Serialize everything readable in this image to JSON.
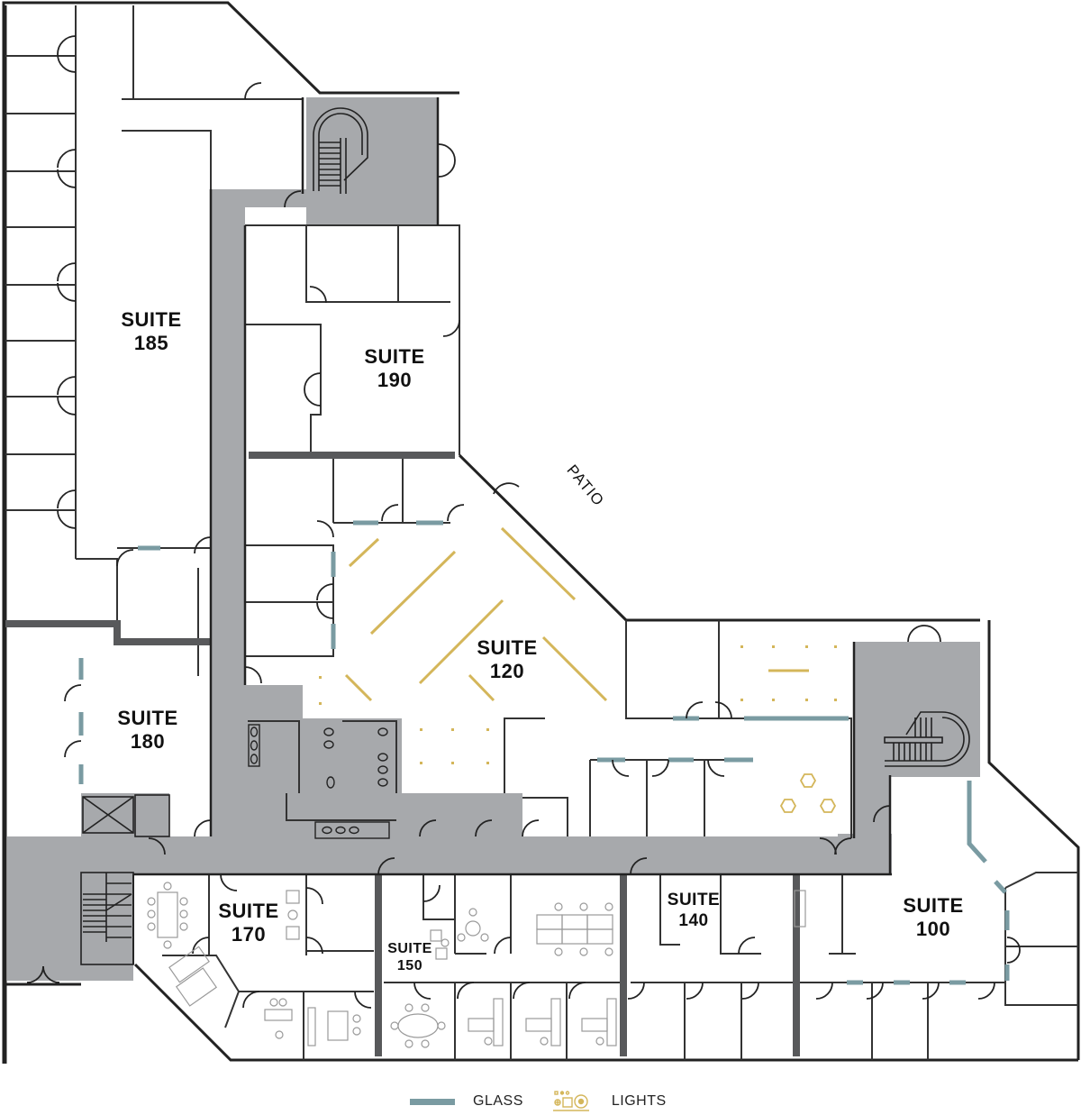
{
  "plan": {
    "colors": {
      "wall": "#222222",
      "corridor": "#a7a9ac",
      "partition_heavy": "#58595b",
      "glass": "#7a9ba2",
      "lights": "#d4b65a",
      "background": "#ffffff"
    },
    "suites": [
      {
        "id": "185",
        "line1": "SUITE",
        "line2": "185"
      },
      {
        "id": "190",
        "line1": "SUITE",
        "line2": "190"
      },
      {
        "id": "120",
        "line1": "SUITE",
        "line2": "120"
      },
      {
        "id": "180",
        "line1": "SUITE",
        "line2": "180"
      },
      {
        "id": "170",
        "line1": "SUITE",
        "line2": "170"
      },
      {
        "id": "150",
        "line1": "SUITE",
        "line2": "150"
      },
      {
        "id": "140",
        "line1": "SUITE",
        "line2": "140"
      },
      {
        "id": "100",
        "line1": "SUITE",
        "line2": "100"
      }
    ],
    "areas": {
      "patio": "PATIO"
    }
  },
  "legend": {
    "items": [
      {
        "icon": "glass-swatch-icon",
        "label": "GLASS"
      },
      {
        "icon": "lights-icon",
        "label": "LIGHTS"
      }
    ]
  }
}
